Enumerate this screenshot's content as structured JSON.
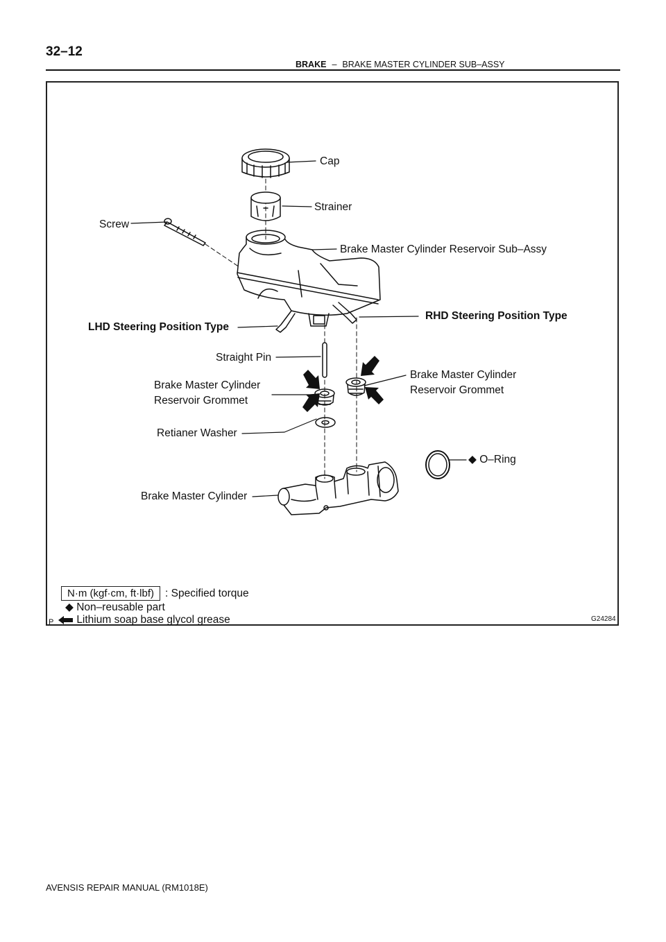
{
  "header": {
    "page_number": "32–12",
    "section": "BRAKE",
    "separator": "–",
    "subtitle": "BRAKE MASTER CYLINDER SUB–ASSY"
  },
  "figure": {
    "labels": {
      "cap": "Cap",
      "strainer": "Strainer",
      "screw": "Screw",
      "reservoir": "Brake Master Cylinder Reservoir Sub–Assy",
      "rhd": "RHD Steering Position Type",
      "lhd": "LHD Steering Position Type",
      "straight_pin": "Straight Pin",
      "grommet_left_1": "Brake Master Cylinder",
      "grommet_left_2": "Reservoir Grommet",
      "grommet_right_1": "Brake Master Cylinder",
      "grommet_right_2": "Reservoir Grommet",
      "washer": "Retianer Washer",
      "oring": "O–Ring",
      "cylinder": "Brake Master Cylinder"
    },
    "legend": {
      "torque_box": "N·m (kgf·cm, ft·lbf)",
      "torque_text": ": Specified torque",
      "nonreusable": "Non–reusable part",
      "grease": "Lithium soap base glycol grease",
      "p_mark": "P"
    },
    "figure_id": "G24284"
  },
  "footer": {
    "manual": "AVENSIS REPAIR MANUAL   (RM1018E)"
  }
}
